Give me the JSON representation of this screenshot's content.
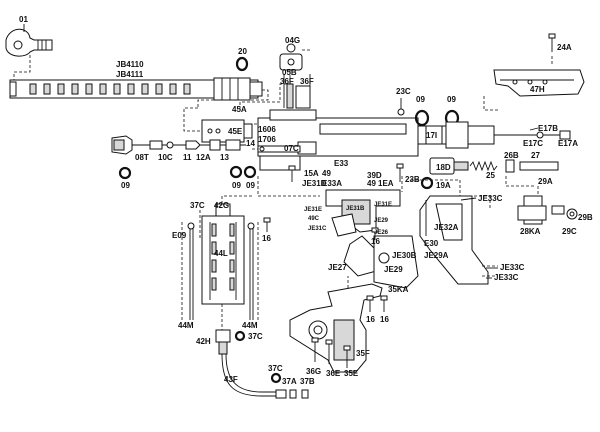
{
  "diagram": {
    "labels": {
      "p01": "01",
      "jb4110": "JB4110",
      "jb4111": "JB4111",
      "p20": "20",
      "p04g": "04G",
      "p05b": "05B",
      "p36f_a": "36F",
      "p36f_b": "36F",
      "p24a": "24A",
      "p47h": "47H",
      "p45a": "45A",
      "p45e": "45E",
      "p1606": "1606",
      "p1706": "1706",
      "p14": "14",
      "p07c": "07C",
      "p23c": "23C",
      "p09_a": "09",
      "p09_b": "09",
      "p17i": "17I",
      "p17b": "E17B",
      "p17a": "E17A",
      "p17c": "E17C",
      "p08t": "08T",
      "p09_c": "09",
      "p10c": "10C",
      "p11": "11",
      "p12a": "12A",
      "p13": "13",
      "p09_d": "09",
      "p09_e": "09",
      "pe33": "E33",
      "p49_a": "49",
      "p15a": "15A",
      "pje31d": "JE31D",
      "pe33a": "E33A",
      "p39d": "39D",
      "p49_b": "49",
      "p1ea": "1EA",
      "p23b": "23B",
      "p18d": "18D",
      "p19a": "19A",
      "p25": "25",
      "p26b": "26B",
      "p27": "27",
      "p29a": "29A",
      "pje33c_a": "JE33C",
      "p37c_a": "37C",
      "p42g": "42G",
      "pe09": "E09",
      "p44l": "44L",
      "pje31e": "JE31E",
      "p49c": "49C",
      "pje31c": "JE31C",
      "p16_a": "16",
      "pje31b": "JE31B",
      "pje31e2": "JE31E",
      "pje29": "JE29",
      "pje26": "JE26",
      "p16_b": "16",
      "pje32a": "JE32A",
      "p28ka": "28KA",
      "p29b": "29B",
      "p29c": "29C",
      "pe30": "E30",
      "pje30b": "JE30B",
      "pje29a": "JE29A",
      "pje27": "JE27",
      "pje29b": "JE29",
      "pje33c_b": "JE33C",
      "pje33c_c": "JE33C",
      "p44m_a": "44M",
      "p44m_b": "44M",
      "p35ka": "35KA",
      "p42h": "42H",
      "p37c_b": "37C",
      "p16_c": "16",
      "p16_d": "16",
      "p43f": "43F",
      "p37c_c": "37C",
      "p37a": "37A",
      "p37b": "37B",
      "p35f": "35F",
      "p36g": "36G",
      "p36e": "36E",
      "p35e": "35E"
    }
  }
}
